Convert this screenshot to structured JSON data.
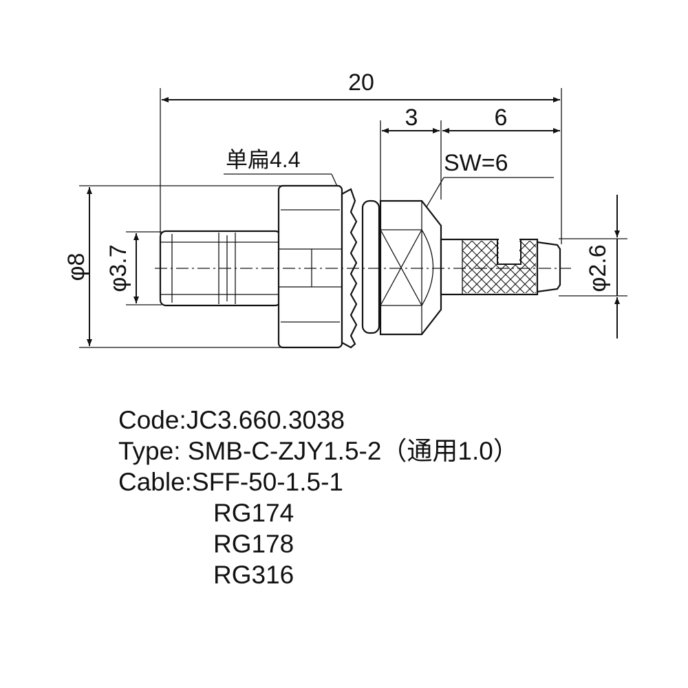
{
  "dimensions": {
    "overall_length": "20",
    "segment_a": "3",
    "segment_b": "6",
    "flat_note": "单扁4.4",
    "wrench_size": "SW=6",
    "dia_outer": "φ8",
    "dia_pin": "φ3.7",
    "dia_cable": "φ2.6"
  },
  "specs": {
    "code": "Code:JC3.660.3038",
    "type": "Type: SMB-C-ZJY1.5-2（通用1.0）",
    "cable_label": "Cable:SFF-50-1.5-1",
    "cables_extra": [
      "RG174",
      "RG178",
      "RG316"
    ]
  }
}
